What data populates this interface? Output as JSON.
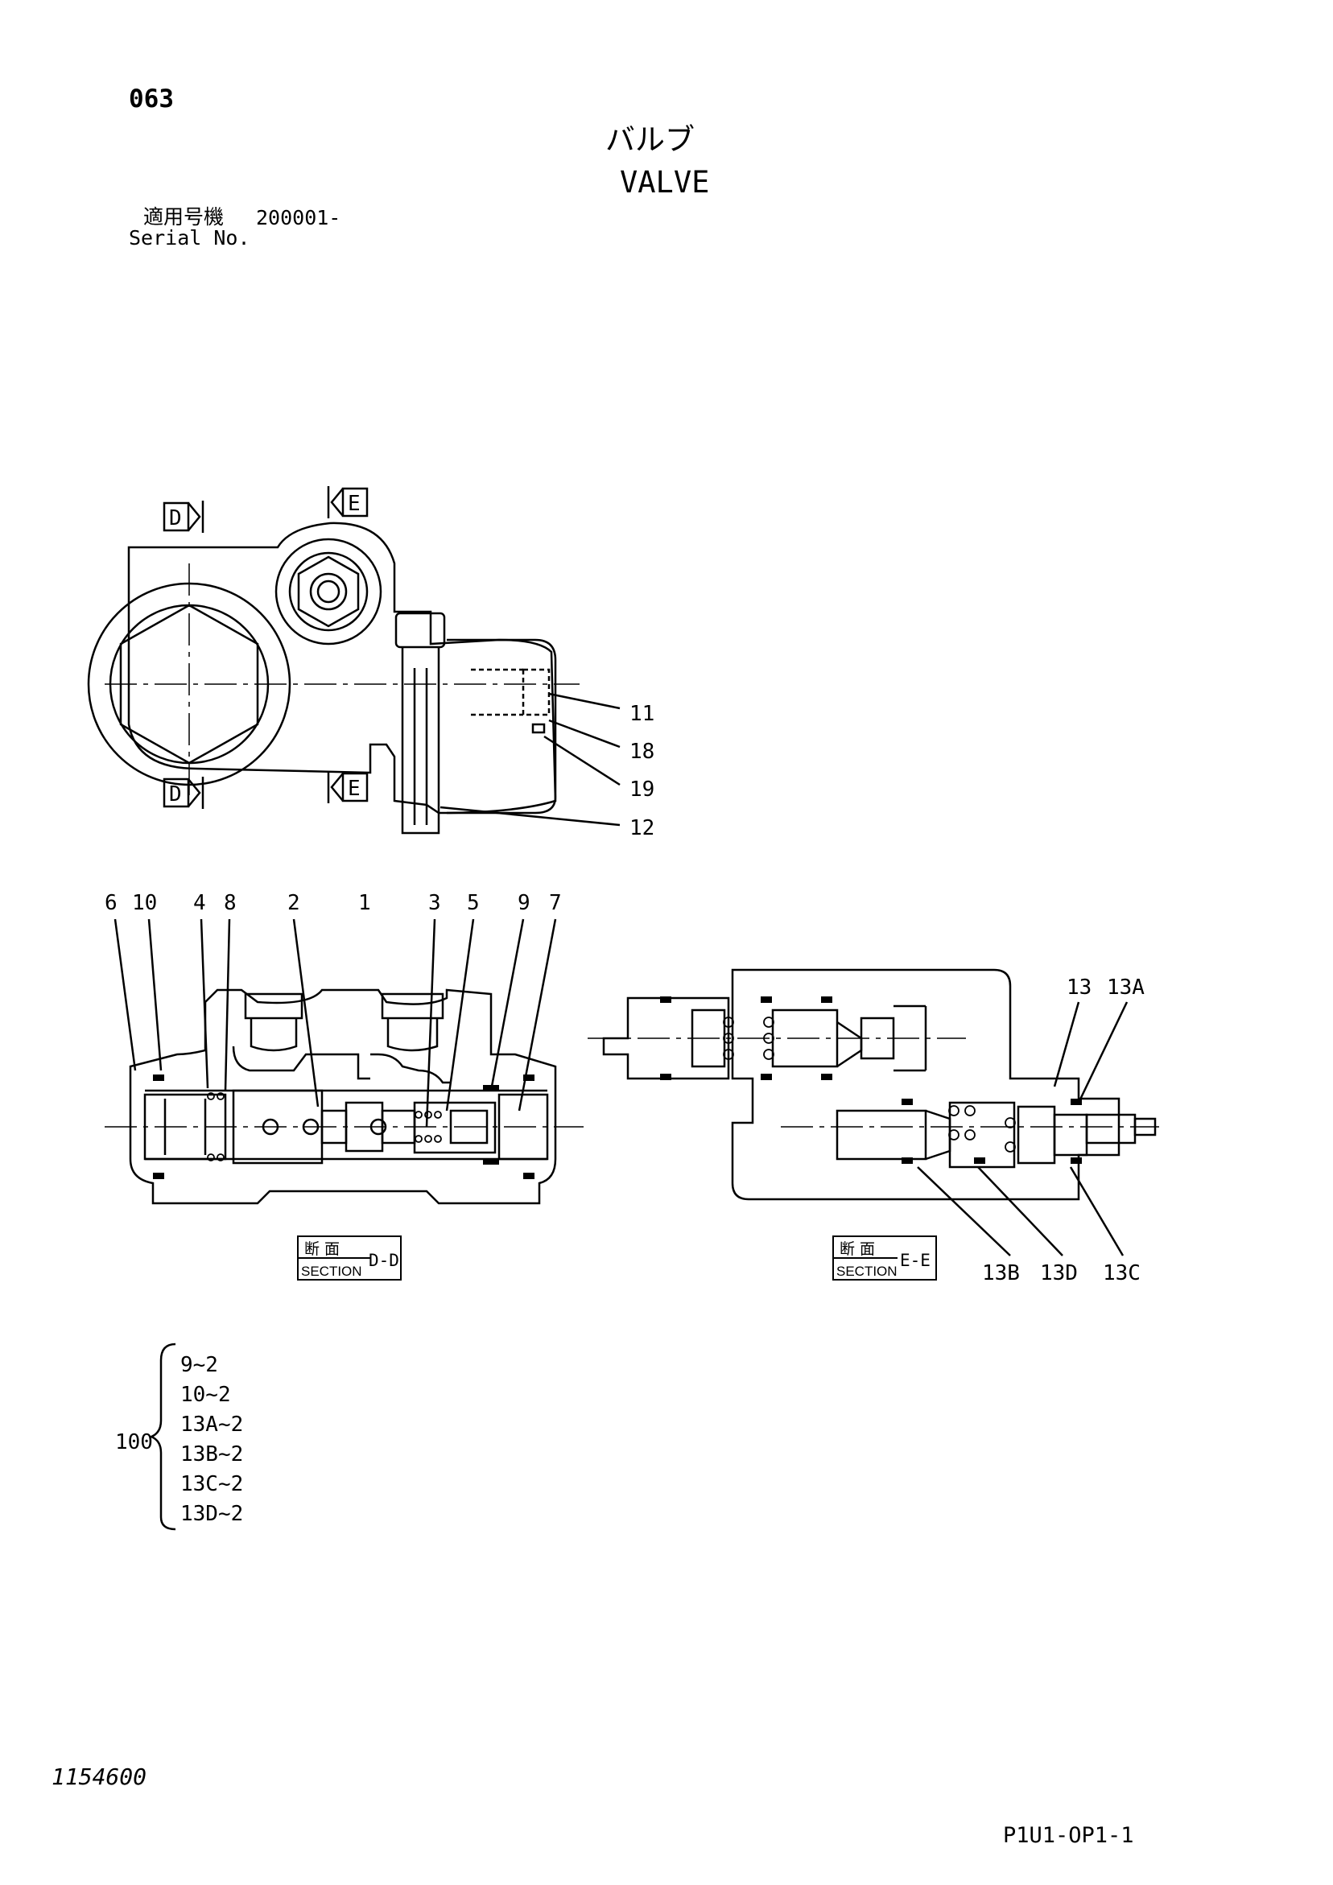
{
  "header": {
    "page_number": "063",
    "title_jp": "バルブ",
    "title_en": "VALVE",
    "serial_label_jp": "適用号機",
    "serial_value": "200001-",
    "serial_label_en": "Serial No."
  },
  "top_view": {
    "arrows": [
      "D",
      "E",
      "D",
      "E"
    ],
    "callouts": [
      "11",
      "18",
      "19",
      "12"
    ]
  },
  "section_dd": {
    "callouts": [
      "6",
      "10",
      "4",
      "8",
      "2",
      "1",
      "3",
      "5",
      "9",
      "7"
    ],
    "label_jp": "断 面",
    "label_en": "SECTION",
    "label_id": "D-D"
  },
  "section_ee": {
    "callouts": [
      "13",
      "13A",
      "13B",
      "13D",
      "13C"
    ],
    "label_jp": "断 面",
    "label_en": "SECTION",
    "label_id": "E-E"
  },
  "kit": {
    "number": "100",
    "items": [
      "9~2",
      "10~2",
      "13A~2",
      "13B~2",
      "13C~2",
      "13D~2"
    ]
  },
  "footer": {
    "document_number": "1154600",
    "code": "P1U1-OP1-1"
  }
}
